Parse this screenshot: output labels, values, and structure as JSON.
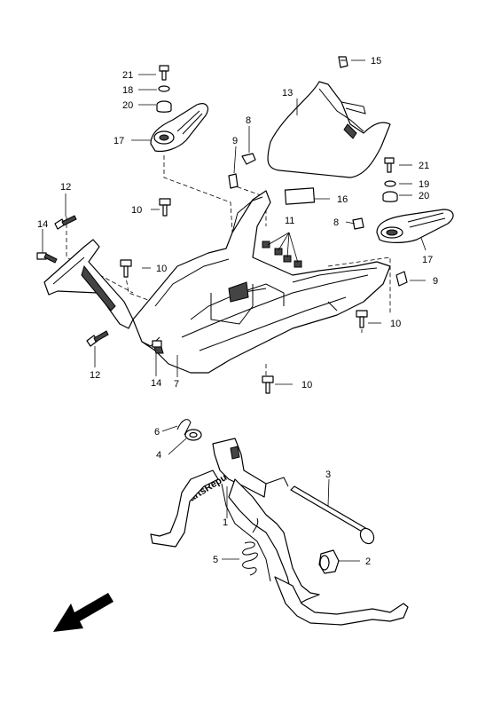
{
  "watermark": "PartsRepublik",
  "callouts": [
    {
      "id": "c1",
      "label": "1"
    },
    {
      "id": "c2",
      "label": "2"
    },
    {
      "id": "c3",
      "label": "3"
    },
    {
      "id": "c4",
      "label": "4"
    },
    {
      "id": "c5",
      "label": "5"
    },
    {
      "id": "c6",
      "label": "6"
    },
    {
      "id": "c7",
      "label": "7"
    },
    {
      "id": "c8a",
      "label": "8"
    },
    {
      "id": "c8b",
      "label": "8"
    },
    {
      "id": "c9a",
      "label": "9"
    },
    {
      "id": "c9b",
      "label": "9"
    },
    {
      "id": "c10a",
      "label": "10"
    },
    {
      "id": "c10b",
      "label": "10"
    },
    {
      "id": "c10c",
      "label": "10"
    },
    {
      "id": "c10d",
      "label": "10"
    },
    {
      "id": "c11",
      "label": "11"
    },
    {
      "id": "c12a",
      "label": "12"
    },
    {
      "id": "c12b",
      "label": "12"
    },
    {
      "id": "c13",
      "label": "13"
    },
    {
      "id": "c14a",
      "label": "14"
    },
    {
      "id": "c14b",
      "label": "14"
    },
    {
      "id": "c15",
      "label": "15"
    },
    {
      "id": "c16",
      "label": "16"
    },
    {
      "id": "c17",
      "label": "17"
    },
    {
      "id": "c18",
      "label": "18"
    },
    {
      "id": "c19a",
      "label": "19"
    },
    {
      "id": "c19b",
      "label": "19"
    },
    {
      "id": "c20a",
      "label": "20"
    },
    {
      "id": "c20b",
      "label": "20"
    },
    {
      "id": "c21a",
      "label": "21"
    },
    {
      "id": "c21b",
      "label": "21"
    }
  ]
}
